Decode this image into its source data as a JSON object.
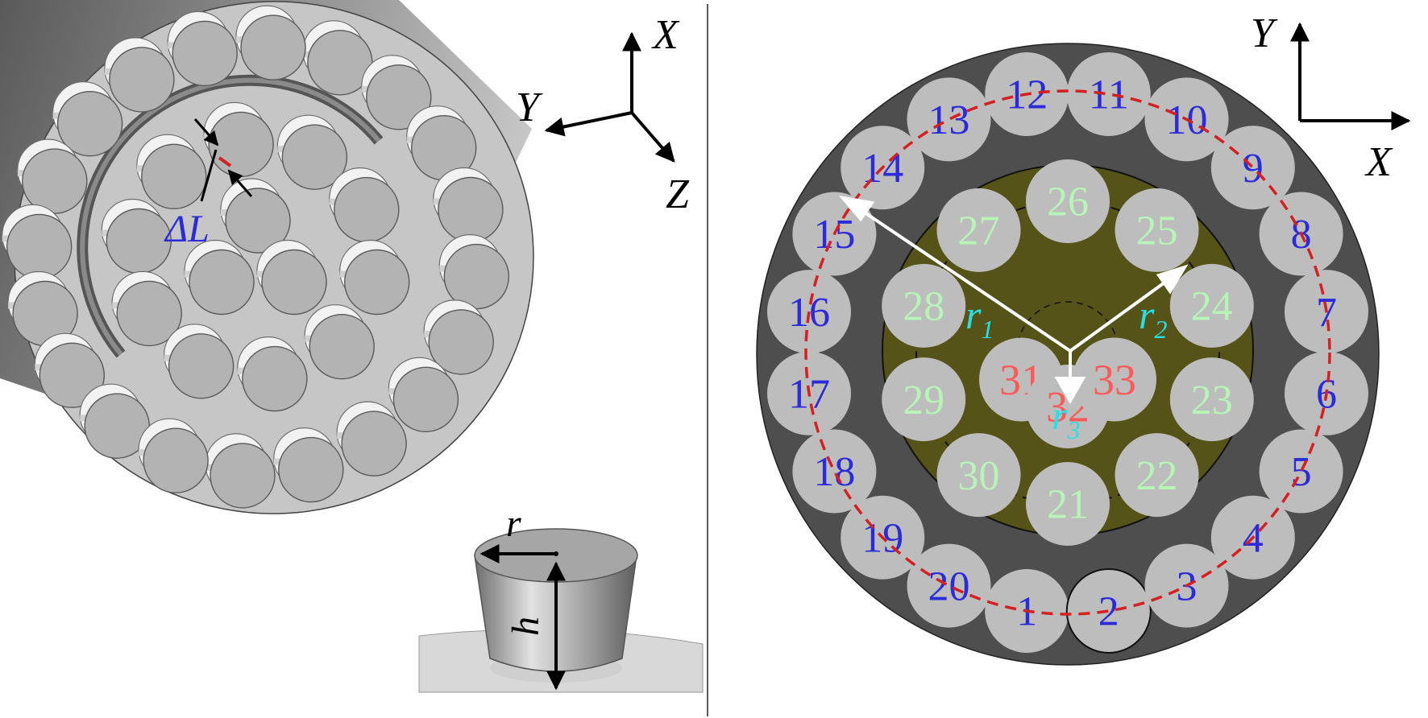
{
  "left_panel": {
    "axes": {
      "x": "X",
      "y": "Y",
      "z": "Z"
    },
    "gap_label": "ΔL",
    "radius_label": "r",
    "height_label": "h"
  },
  "right_panel": {
    "axes": {
      "x": "X",
      "y": "Y"
    },
    "radius_labels": {
      "r1": {
        "main": "r",
        "sub": "1"
      },
      "r2": {
        "main": "r",
        "sub": "2"
      },
      "r3": {
        "main": "r",
        "sub": "3"
      }
    },
    "outer_ring": [
      "1",
      "2",
      "3",
      "4",
      "5",
      "6",
      "7",
      "8",
      "9",
      "10",
      "11",
      "12",
      "13",
      "14",
      "15",
      "16",
      "17",
      "18",
      "19",
      "20"
    ],
    "middle_ring": [
      "21",
      "22",
      "23",
      "24",
      "25",
      "26",
      "27",
      "28",
      "29",
      "30"
    ],
    "inner_ring": [
      "31",
      "32",
      "33"
    ]
  },
  "colors": {
    "outer_label": "#2b2bd9",
    "middle_label": "#b6f5b6",
    "inner_label": "#ff5a5a",
    "radius_label": "#25e0e6",
    "dashed_outer": "#d42020",
    "cylinder_fill": "#bdbdbd",
    "disk_outer": "#4e4e4e",
    "disk_inner": "#565318"
  }
}
